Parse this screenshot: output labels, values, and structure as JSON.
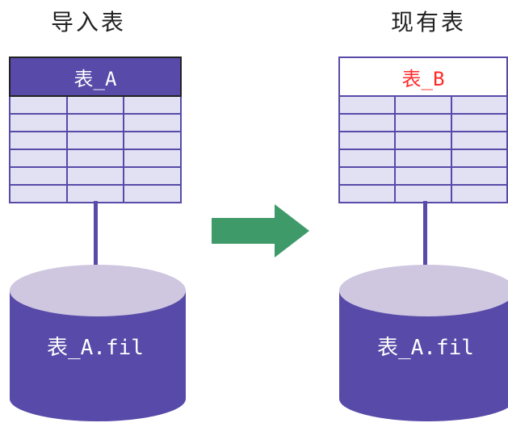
{
  "left": {
    "heading": "导入表",
    "table_name": "表_A",
    "file_name": "表_A.fil"
  },
  "right": {
    "heading": "现有表",
    "table_name": "表_B",
    "file_name": "表_A.fil"
  },
  "colors": {
    "purple": "#574aa8",
    "grid_fill": "#e1e1f3",
    "db_top": "#cfc6e0",
    "arrow": "#3f9a6a",
    "highlight_text": "#ff2a2a"
  }
}
